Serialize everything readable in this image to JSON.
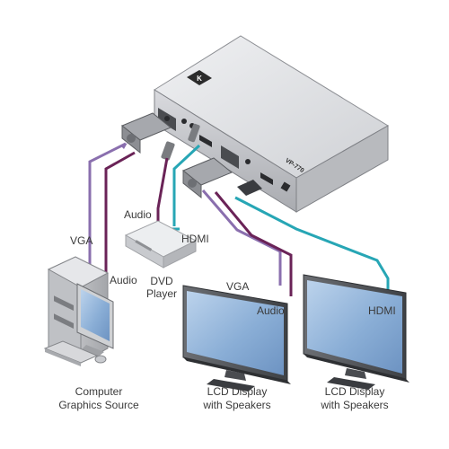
{
  "labels": {
    "vga_left": "VGA",
    "audio_left": "Audio",
    "audio_dvd": "Audio",
    "hdmi_dvd": "HDMI",
    "dvd_line1": "DVD",
    "dvd_line2": "Player",
    "vga_right": "VGA",
    "audio_right": "Audio",
    "hdmi_right": "HDMI",
    "pc_line1": "Computer",
    "pc_line2": "Graphics Source",
    "lcd1_line1": "LCD Display",
    "lcd1_line2": "with Speakers",
    "lcd2_line1": "LCD Display",
    "lcd2_line2": "with Speakers"
  },
  "device": {
    "brand_mark": "K",
    "model_text": "VP-770"
  },
  "colors": {
    "vga_cable": "#8a6fae",
    "audio_cable": "#6a2357",
    "hdmi_cable": "#27a6b5",
    "device_body": "#dcdde0",
    "screen": "#8fb3d9"
  }
}
